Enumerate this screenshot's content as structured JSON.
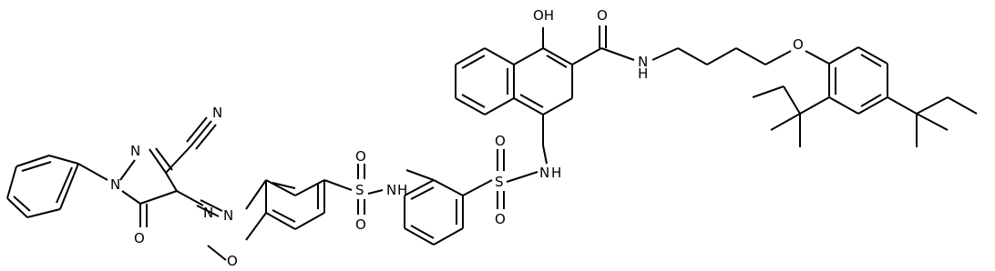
{
  "labels": {
    "hydroxyl": "OH",
    "carbonyl_o_amide": "O",
    "amide_nh": "N",
    "amide_h": "H",
    "ether_o": "O",
    "sulfonamide_nh_1": "N",
    "sulfonamide_h_1": "H",
    "s_1": "S",
    "o_s1_top": "O",
    "o_s1_bottom": "O",
    "sulfonamide_nh_2": "N",
    "sulfonamide_h_2": "H",
    "s_2": "S",
    "o_s2_top": "O",
    "o_s2_bottom": "O",
    "nitrile_n": "N",
    "pyrazole_n_top": "N",
    "pyrazole_n_left": "N",
    "pyrazolone_o": "O",
    "azo_n_1": "N",
    "azo_n_2": "N",
    "methoxy_o": "O"
  }
}
